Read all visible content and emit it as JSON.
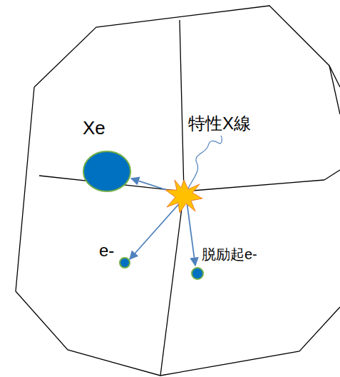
{
  "diagram": {
    "nodes": [
      {
        "text": [
          "Xe"
        ]
      },
      {
        "text": [
          "e-"
        ]
      },
      {
        "text": [
          "脱励起e-"
        ]
      }
    ],
    "labels": [
      "特性X線"
    ]
  }
}
